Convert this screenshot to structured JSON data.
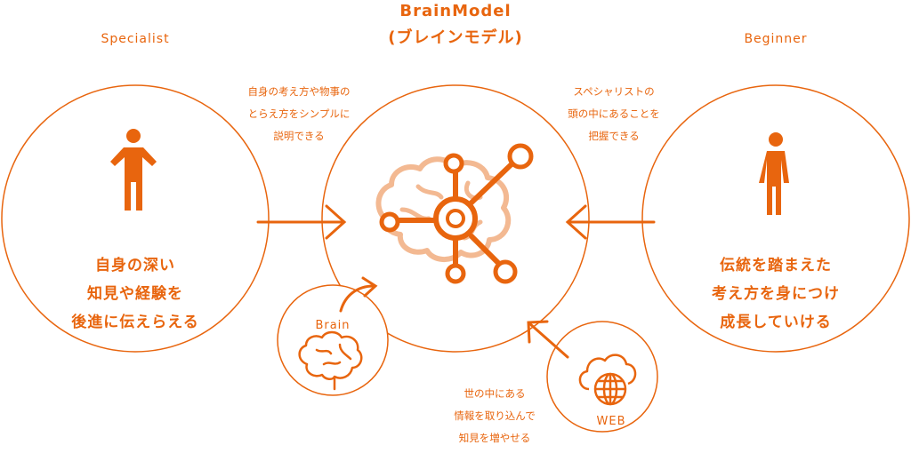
{
  "header": {
    "title_line1": "BrainModel",
    "title_line2": "(ブレインモデル)"
  },
  "specialist": {
    "label": "Specialist",
    "desc_line1": "自身の深い",
    "desc_line2": "知見や経験を",
    "desc_line3": "後進に伝えらえる",
    "icon": "person-icon"
  },
  "beginner": {
    "label": "Beginner",
    "desc_line1": "伝統を踏まえた",
    "desc_line2": "考え方を身につけ",
    "desc_line3": "成長していける",
    "icon": "person-icon"
  },
  "notes": {
    "left_line1": "自身の考え方や物事の",
    "left_line2": "とらえ方をシンプルに",
    "left_line3": "説明できる",
    "right_line1": "スペシャリストの",
    "right_line2": "頭の中にあることを",
    "right_line3": "把握できる",
    "bottom_line1": "世の中にある",
    "bottom_line2": "情報を取り込んで",
    "bottom_line3": "知見を増やせる"
  },
  "brain_bubble": {
    "label": "Brain",
    "icon": "brain-icon"
  },
  "web_bubble": {
    "label": "WEB",
    "icon": "globe-cloud-icon"
  },
  "center": {
    "icon": "brain-network-icon"
  },
  "colors": {
    "accent": "#e8650e",
    "accent_light": "#f3b992"
  }
}
